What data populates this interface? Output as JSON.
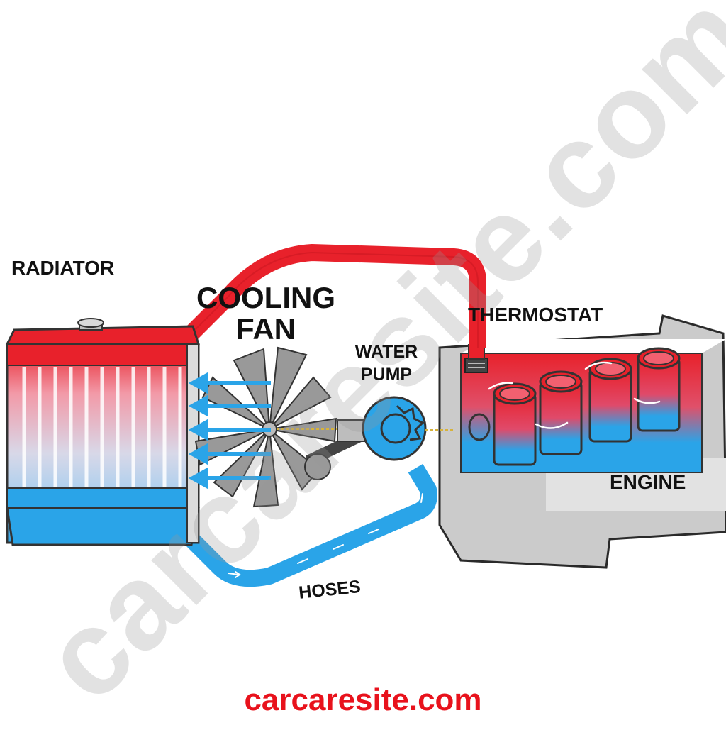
{
  "labels": {
    "radiator": "RADIATOR",
    "cooling_fan_line1": "COOLING",
    "cooling_fan_line2": "FAN",
    "water_pump_line1": "WATER",
    "water_pump_line2": "PUMP",
    "thermostat": "THERMOSTAT",
    "engine": "ENGINE",
    "hoses": "HOSES"
  },
  "site_url": "carcaresite.com",
  "watermark": "carcaresite.com",
  "colors": {
    "hot": "#e8212b",
    "cold": "#2aa4e8",
    "metal": "#c9c9c9",
    "engine_block": "#cfcfcf",
    "url_text": "#e8121c"
  }
}
